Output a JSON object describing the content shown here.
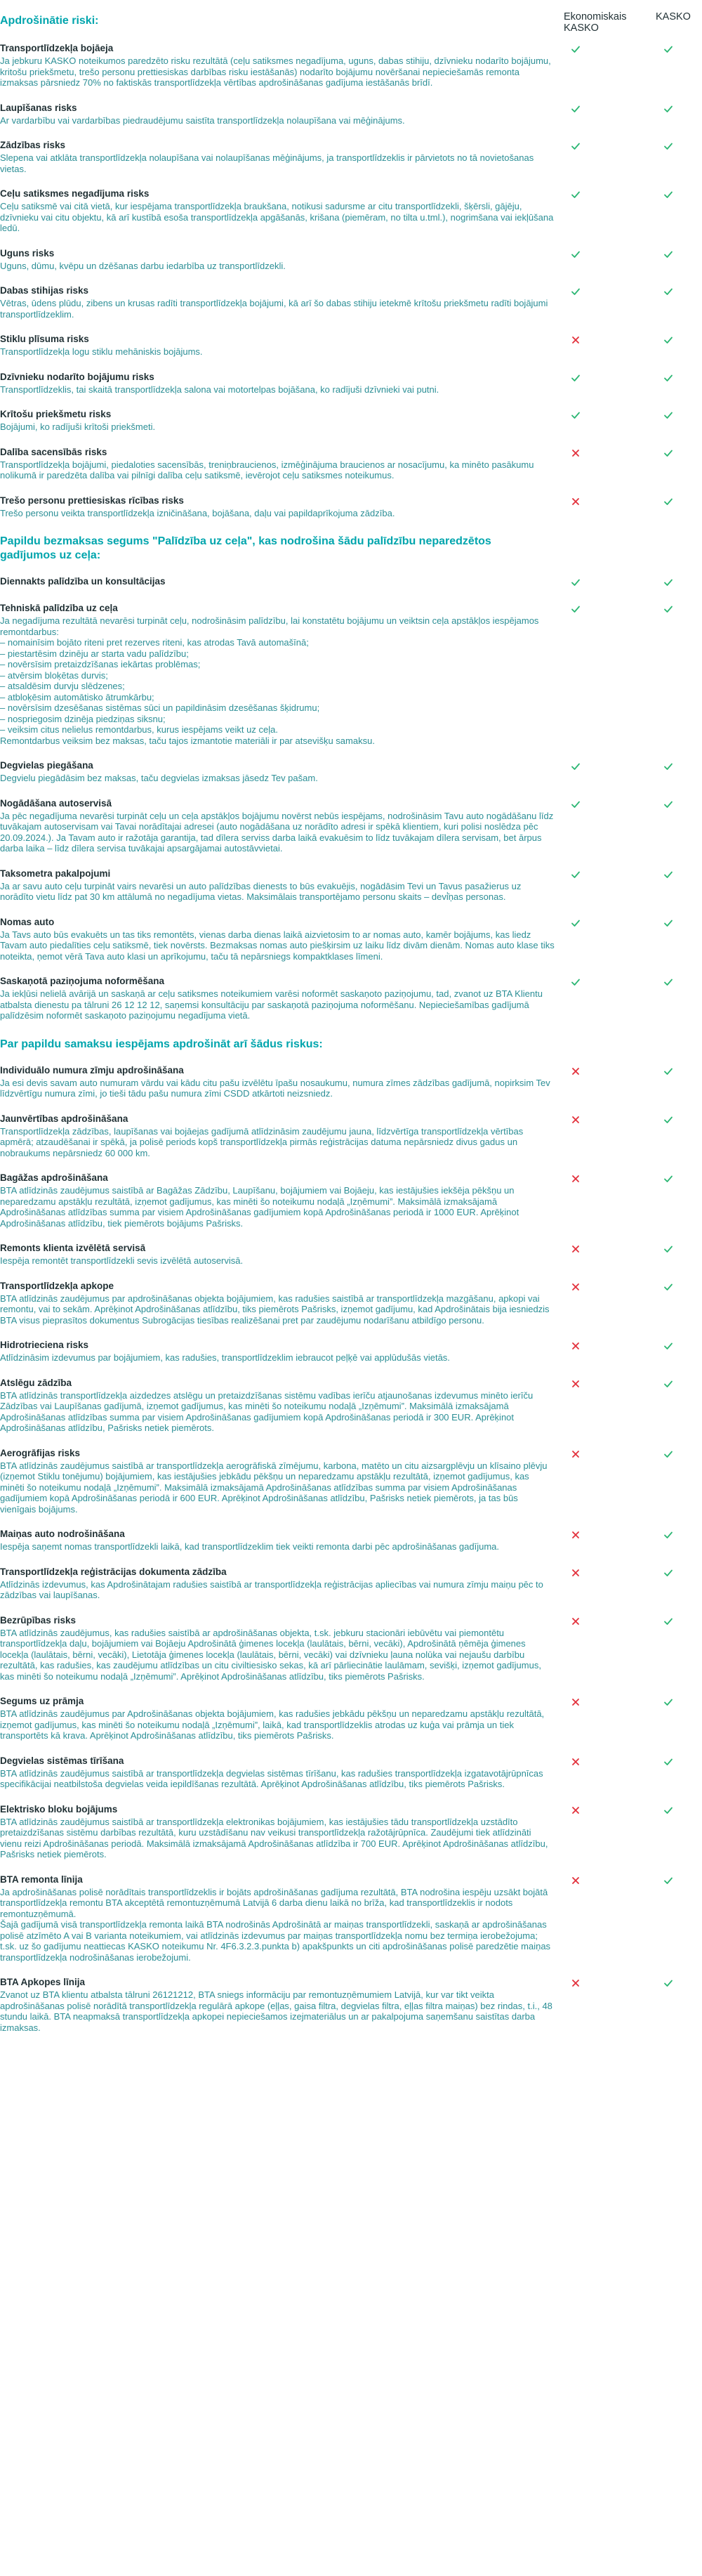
{
  "header": {
    "col_econ": "Ekonomiskais KASKO",
    "col_kasko": "KASKO"
  },
  "colors": {
    "accent": "#00a5ad",
    "check": "#2bb673",
    "cross": "#e2303b"
  },
  "sections": [
    {
      "title": "Apdrošinātie riski:",
      "rows": [
        {
          "title": "Transportlīdzekļa bojāeja",
          "desc": "Ja jebkuru KASKO noteikumos paredzēto risku rezultātā (ceļu satiksmes negadījuma, uguns, dabas stihiju, dzīvnieku nodarīto bojājumu, kritošu priekšmetu, trešo personu prettiesiskas darbības risku iestāšanās) nodarīto bojājumu novēršanai nepieciešamās remonta izmaksas pārsniedz 70% no faktiskās transportlīdzekļa vērtības apdrošināšanas gadījuma iestāšanās brīdī.",
          "econ": "check",
          "kasko": "check"
        },
        {
          "title": "Laupīšanas risks",
          "desc": "Ar vardarbību vai vardarbības piedraudējumu saistīta transportlīdzekļa nolaupīšana vai mēģinājums.",
          "econ": "check",
          "kasko": "check"
        },
        {
          "title": "Zādzības risks",
          "desc": "Slepena vai atklāta transportlīdzekļa nolaupīšana vai nolaupīšanas mēģinājums, ja transportlīdzeklis ir pārvietots no tā novietošanas vietas.",
          "econ": "check",
          "kasko": "check"
        },
        {
          "title": "Ceļu satiksmes negadījuma risks",
          "desc": "Ceļu satiksmē vai citā vietā, kur iespējama transportlīdzekļa braukšana, notikusi sadursme ar citu transportlīdzekli, šķērsli, gājēju, dzīvnieku vai citu objektu, kā arī kustībā esoša transportlīdzekļa apgāšanās, krišana (piemēram, no tilta u.tml.), nogrimšana vai iekļūšana ledū.",
          "econ": "check",
          "kasko": "check"
        },
        {
          "title": "Uguns risks",
          "desc": "Uguns, dūmu, kvēpu un dzēšanas darbu iedarbība uz transportlīdzekli.",
          "econ": "check",
          "kasko": "check"
        },
        {
          "title": "Dabas stihijas risks",
          "desc": "Vētras, ūdens plūdu, zibens un krusas radīti transportlīdzekļa bojājumi, kā arī šo dabas stihiju ietekmē krītošu priekšmetu radīti bojājumi transportlīdzeklim.",
          "econ": "check",
          "kasko": "check"
        },
        {
          "title": "Stiklu plīsuma risks",
          "desc": "Transportlīdzekļa logu stiklu mehāniskis bojājums.",
          "econ": "cross",
          "kasko": "check"
        },
        {
          "title": "Dzīvnieku nodarīto bojājumu risks",
          "desc": "Transportlīdzeklis, tai skaitā transportlīdzekļa salona vai motortelpas bojāšana, ko radījuši dzīvnieki vai putni.",
          "econ": "check",
          "kasko": "check"
        },
        {
          "title": "Krītošu priekšmetu risks",
          "desc": "Bojājumi, ko radījuši krītoši priekšmeti.",
          "econ": "check",
          "kasko": "check"
        },
        {
          "title": "Dalība sacensībās risks",
          "desc": "Transportlīdzekļa bojājumi, piedaloties sacensībās, treniņbraucienos, izmēģinājuma braucienos ar nosacījumu, ka minēto pasākumu nolikumā ir paredzēta dalība vai pilnīgi dalība ceļu satiksmē, ievērojot ceļu satiksmes noteikumus.",
          "econ": "cross",
          "kasko": "check"
        },
        {
          "title": "Trešo personu prettiesiskas rīcības risks",
          "desc": "Trešo personu veikta transportlīdzekļa izničināšana, bojāšana, daļu vai papildaprīkojuma zādzība.",
          "econ": "cross",
          "kasko": "check"
        }
      ]
    },
    {
      "title": "Papildu bezmaksas segums \"Palīdzība uz ceļa\", kas nodrošina šādu palīdzību neparedzētos gadījumos uz ceļa:",
      "rows": [
        {
          "title": "Diennakts palīdzība un konsultācijas",
          "desc": "",
          "econ": "check",
          "kasko": "check"
        },
        {
          "title": "Tehniskā palīdzība uz ceļa",
          "desc": "Ja negadījuma rezultātā nevarēsi turpināt ceļu, nodrošināsim palīdzību, lai konstatētu bojājumu un veiktsin ceļa apstākļos iespējamos remontdarbus:\n– nomainīsim bojāto riteni pret rezerves riteni, kas atrodas Tavā automašīnā;\n– piestartēsim dzinēju ar starta vadu palīdzību;\n– novērsīsim pretaizdzīšanas iekārtas problēmas;\n– atvērsim bloķētas durvis;\n– atsaldēsim durvju slēdzenes;\n– atbloķēsim automātisko ātrumkārbu;\n– novērsīsim dzesēšanas sistēmas sūci un papildināsim dzesēšanas šķidrumu;\n– nospriegosim dzinēja piedziņas siksnu;\n– veiksim citus nelielus remontdarbus, kurus iespējams veikt uz ceļa.\nRemontdarbus veiksim bez maksas, taču tajos izmantotie materiāli ir par atsevišķu samaksu.",
          "econ": "check",
          "kasko": "check"
        },
        {
          "title": "Degvielas piegāšana",
          "desc": "Degvielu piegādāsim bez maksas, taču degvielas izmaksas jāsedz Tev pašam.",
          "econ": "check",
          "kasko": "check"
        },
        {
          "title": "Nogādāšana autoservisā",
          "desc": "Ja pēc negadījuma nevarēsi turpināt ceļu un ceļa apstākļos bojājumu novērst nebūs iespējams, nodrošināsim Tavu auto nogādāšanu līdz tuvākajam autoservisam vai Tavai norādītajai adresei (auto nogādāšana uz norādīto adresi ir spēkā klientiem, kuri polisi noslēdza pēc 20.09.2024.). Ja Tavam auto ir ražotāja garantija, tad dīlera serviss darba laikā evakuēsim to līdz tuvākajam dīlera servisam, bet ārpus darba laika – līdz dīlera servisa tuvākajai apsargājamai autostāvvietai.",
          "econ": "check",
          "kasko": "check"
        },
        {
          "title": "Taksometra pakalpojumi",
          "desc": "Ja ar savu auto ceļu turpināt vairs nevarēsi un auto palīdzības dienests to būs evakuējis, nogādāsim Tevi un Tavus pasažierus uz norādīto vietu līdz pat 30 km attālumā no negadījuma vietas. Maksimālais transportējamo personu skaits – devi̇̄ņas personas.",
          "econ": "check",
          "kasko": "check"
        },
        {
          "title": "Nomas auto",
          "desc": "Ja Tavs auto būs evakuēts un tas tiks remontēts, vienas darba dienas laikā aizvietosim to ar nomas auto, kamēr bojājums, kas liedz Tavam auto piedalīties ceļu satiksmē, tiek novērsts. Bezmaksas nomas auto piešķirsim uz laiku līdz divām dienām. Nomas auto klase tiks noteikta, ņemot vērā Tava auto klasi un aprīkojumu, taču tā nepārsniegs kompaktklases līmeni.",
          "econ": "check",
          "kasko": "check"
        },
        {
          "title": "Saskaņotā paziņojuma noformēšana",
          "desc": "Ja iekļūsi nelielā avārijā un saskaņā ar ceļu satiksmes noteikumiem varēsi noformēt saskaņoto paziņojumu, tad, zvanot uz BTA Klientu atbalsta dienestu pa tālruni 26 12 12 12, saņemsi konsultāciju par saskaņotā paziņojuma noformēšanu. Nepieciešamības gadījumā palīdzēsim noformēt saskaņoto paziņojumu negadījuma vietā.",
          "econ": "check",
          "kasko": "check"
        }
      ]
    },
    {
      "title": "Par papildu samaksu iespējams apdrošināt arī šādus riskus:",
      "rows": [
        {
          "title": "Individuālo numura zīmju apdrošināšana",
          "desc": "Ja esi devis savam auto numuram vārdu vai kādu citu pašu izvēlētu īpašu nosaukumu, numura zīmes zādzības gadījumā, nopirksim Tev līdzvērtīgu numura zīmi, jo tieši tādu pašu numura zīmi CSDD atkārtoti neizsniedz.",
          "econ": "cross",
          "kasko": "check"
        },
        {
          "title": "Jaunvērtības apdrošināšana",
          "desc": "Transportlīdzekļa zādzības, laupīšanas vai bojāejas gadījumā atlīdzināsim zaudējumu jauna, līdzvērtīga transportlīdzekļa vērtības apmērā; atzaudēšanai ir spēkā, ja polisē periods kopš transportlīdzekļa pirmās reģistrācijas datuma nepārsniedz divus gadus un nobraukums nepārsniedz 60 000 km.",
          "econ": "cross",
          "kasko": "check"
        },
        {
          "title": "Bagāžas apdrošināšana",
          "desc": "BTA atlīdzinās zaudējumus saistībā ar Bagāžas Zādzību, Laupīšanu, bojājumiem vai Bojāeju, kas iestājušies iekšēja pēkšņu un neparedzamu apstākļu rezultātā, izņemot gadījumus, kas minēti šo noteikumu nodaļā „Izņēmumi”. Maksimālā izmaksājamā Apdrošināšanas atlīdzības summa par visiem Apdrošināšanas gadījumiem kopā Apdrošināšanas periodā ir 1000 EUR. Aprēķinot Apdrošināšanas atlīdzību, tiek piemērots bojājums Pašrisks.",
          "econ": "cross",
          "kasko": "check"
        },
        {
          "title": "Remonts klienta izvēlētā servisā",
          "desc": "Iespēja remontēt transportlīdzekli sevis izvēlētā autoservisā.",
          "econ": "cross",
          "kasko": "check"
        },
        {
          "title": "Transportlīdzekļa apkope",
          "desc": "BTA atlīdzinās zaudējumus par apdrošināšanas objekta bojājumiem, kas radušies saistībā ar transportlīdzekļa mazgāšanu, apkopi vai remontu, vai to sekām. Aprēķinot Apdrošināšanas atlīdzību, tiks piemērots Pašrisks, izņemot gadījumu, kad Apdrošinātais bija iesniedzis BTA visus pieprasītos dokumentus Subrogācijas tiesības realizēšanai pret par zaudējumu nodarīšanu atbildīgo personu.",
          "econ": "cross",
          "kasko": "check"
        },
        {
          "title": "Hidrotrieciena risks",
          "desc": "Atlīdzināsim izdevumus par bojājumiem, kas radušies, transportlīdzeklim iebraucot peļķē vai applūdušās vietās.",
          "econ": "cross",
          "kasko": "check"
        },
        {
          "title": "Atslēgu zādzība",
          "desc": "BTA atlīdzinās transportlīdzekļa aizdedzes atslēgu un pretaizdzīšanas sistēmu vadības ierīču atjaunošanas izdevumus minēto ierīču Zādzības vai Laupīšanas gadījumā, izņemot gadījumus, kas minēti šo noteikumu nodaļā „Izņēmumi”. Maksimālā izmaksājamā Apdrošināšanas atlīdzības summa par visiem Apdrošināšanas gadījumiem kopā Apdrošināšanas periodā ir 300 EUR. Aprēķinot Apdrošināšanas atlīdzību, Pašrisks netiek piemērots.",
          "econ": "cross",
          "kasko": "check"
        },
        {
          "title": "Aerogrāfijas risks",
          "desc": "BTA atlīdzinās zaudējumus saistībā ar transportlīdzekļa aerogrāfiskā zīmējumu, karbona, matēto un citu aizsargplēvju un klīsaino plēvju (izņemot Stiklu tonējumu) bojājumiem, kas iestājušies jebkādu pēkšņu un neparedzamu apstākļu rezultātā, izņemot gadījumus, kas minēti šo noteikumu nodaļā „Izņēmumi”. Maksimālā izmaksājamā Apdrošināšanas atlīdzības summa par visiem Apdrošināšanas gadījumiem kopā Apdrošināšanas periodā ir 600 EUR. Aprēķinot Apdrošināšanas atlīdzību, Pašrisks netiek piemērots, ja tas būs vienīgais bojājums.",
          "econ": "cross",
          "kasko": "check"
        },
        {
          "title": "Maiņas auto nodrošināšana",
          "desc": "Iespēja saņemt nomas transportlīdzekli laikā, kad transportlīdzeklim tiek veikti remonta darbi pēc apdrošināšanas gadījuma.",
          "econ": "cross",
          "kasko": "check"
        },
        {
          "title": "Transportlīdzekļa reģistrācijas dokumenta zādzība",
          "desc": "Atlīdzinās izdevumus, kas Apdrošinātajam radušies saistībā ar transportlīdzekļa reģistrācijas apliecības vai numura zīmju maiņu pēc to zādzības vai laupīšanas.",
          "econ": "cross",
          "kasko": "check"
        },
        {
          "title": "Bezrūpības risks",
          "desc": "BTA atlīdzinās zaudējumus, kas radušies saistībā ar apdrošināšanas objekta, t.sk. jebkuru stacionāri iebūvētu vai piemontētu transportlīdzekļa daļu, bojājumiem vai Bojāeju Apdrošinātā ģimenes locekļa (laulātais, bērni, vecāki), Apdrošinātā ņēmēja ģimenes locekļa (laulātais, bērni, vecāki), Lietotāja ģimenes locekļa (laulātais, bērni, vecāki) vai dzīvnieku ļauna nolūka vai nejaušu darbību rezultātā, kas radušies, kas zaudējumu atlīdzības un citu civiltiesisko sekas, kā arī pārliecinātie laulāmam, sevišķi, izņemot gadījumus, kas minēti šo noteikumu nodaļā „Izņēmumi”. Aprēķinot Apdrošināšanas atlīdzību, tiks piemērots Pašrisks.",
          "econ": "cross",
          "kasko": "check"
        },
        {
          "title": "Segums uz prāmja",
          "desc": "BTA atlīdzinās zaudējumus par Apdrošināšanas objekta bojājumiem, kas radušies jebkādu pēkšņu un neparedzamu apstākļu rezultātā, izņemot gadījumus, kas minēti šo noteikumu nodaļā „Izņēmumi”, laikā, kad transportlīdzeklis atrodas uz kuģa vai prāmja un tiek transportēts kā krava. Aprēķinot Apdrošināšanas atlīdzību, tiks piemērots Pašrisks.",
          "econ": "cross",
          "kasko": "check"
        },
        {
          "title": "Degvielas sistēmas tīrīšana",
          "desc": "BTA atlīdzinās zaudējumus saistībā ar transportlīdzekļa degvielas sistēmas tīrīšanu, kas radušies transportlīdzekļa izgatavotājrūpnīcas specifikācijai neatbilstoša degvielas veida iepildīšanas rezultātā. Aprēķinot Apdrošināšanas atlīdzību, tiks piemērots Pašrisks.",
          "econ": "cross",
          "kasko": "check"
        },
        {
          "title": "Elektrisko bloku bojājums",
          "desc": "BTA atlīdzinās zaudējumus saistībā ar transportlīdzekļa elektronikas bojājumiem, kas iestājušies tādu transportlīdzekļa uzstādīto pretaizdzīšanas sistēmu darbības rezultātā, kuru uzstādīšanu nav veikusi transportlīdzekļa ražotājrūpnīca. Zaudējumi tiek atlīdzināti vienu reizi Apdrošināšanas periodā. Maksimālā izmaksājamā Apdrošināšanas atlīdzība ir 700 EUR. Aprēķinot Apdrošināšanas atlīdzību, Pašrisks netiek piemērots.",
          "econ": "cross",
          "kasko": "check"
        },
        {
          "title": "BTA remonta līnija",
          "desc": "Ja apdrošināšanas polisē norādītais transportlīdzeklis ir bojāts apdrošināšanas gadījuma rezultātā, BTA nodrošina iespēju uzsākt bojātā transportlīdzekļa remontu BTA akceptētā remontuzņēmumā Latvijā 6 darba dienu laikā no brīža, kad transportlīdzeklis ir nodots remontuzņēmumā.\nŠajā gadījumā visā transportlīdzekļa remonta laikā BTA nodrošinās Apdrošinātā ar maiņas transportlīdzekli, saskaņā ar apdrošināšanas polisē atzīmēto A vai B varianta noteikumiem, vai atlīdzinās izdevumus par maiņas transportlīdzekļa nomu bez termiņa ierobežojuma; t.sk. uz šo gadījumu neattiecas KASKO noteikumu Nr. 4F6.3.2.3.punkta b) apakšpunkts un citi apdrošināšanas polisē paredzētie maiņas transportlīdzekļa nodrošināšanas ierobežojumi.",
          "econ": "cross",
          "kasko": "check"
        },
        {
          "title": "BTA Apkopes līnija",
          "desc": "Zvanot uz BTA klientu atbalsta tālruni 26121212, BTA sniegs informāciju par remontuzņēmumiem Latvijā, kur var tikt veikta apdrošināšanas polisē norādītā transportlīdzekļa regulārā apkope (eļļas, gaisa filtra, degvielas filtra, eļļas filtra maiņas) bez rindas, t.i., 48 stundu laikā. BTA neapmaksā transportlīdzekļa apkopei nepieciešamos izejmateriālus un ar pakalpojuma saņemšanu saistītas darba izmaksas.",
          "econ": "cross",
          "kasko": "check"
        }
      ]
    }
  ]
}
